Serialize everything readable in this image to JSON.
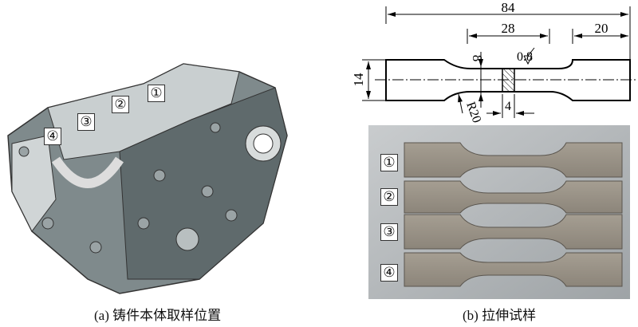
{
  "figure_a": {
    "caption": "(a) 铸件本体取样位置",
    "locations": [
      "①",
      "②",
      "③",
      "④"
    ]
  },
  "figure_b": {
    "caption": "(b) 拉伸试样",
    "drawing": {
      "total_length": "84",
      "gauge_region": "28",
      "grip_length": "20",
      "width": "14",
      "neck_width": "8",
      "roughness": "0.8",
      "radius": "R20",
      "section_thickness": "4"
    },
    "specimens": [
      "①",
      "②",
      "③",
      "④"
    ]
  }
}
